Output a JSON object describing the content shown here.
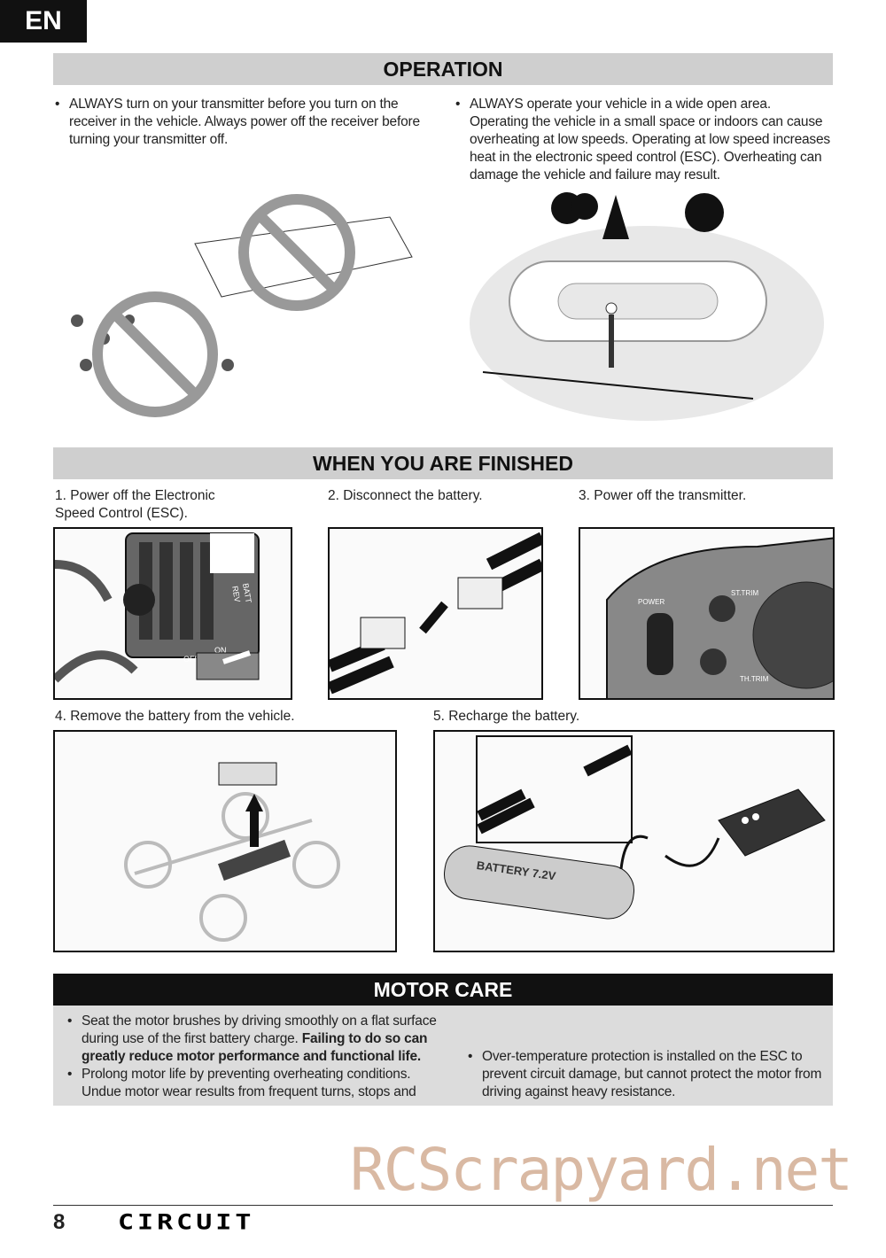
{
  "lang_tab": "EN",
  "operation": {
    "title": "OPERATION",
    "left_bullets": [
      "ALWAYS turn on your transmitter before you turn on the receiver in the vehicle. Always power off the receiver before turning your transmitter off."
    ],
    "right_bullets": [
      "ALWAYS operate your vehicle in a wide open area. Operating the vehicle in a small space or indoors can cause overheating at low speeds. Operating at low speed increases heat in the electronic speed control (ESC). Overheating can damage the vehicle and failure may result."
    ]
  },
  "finished": {
    "title": "WHEN YOU ARE FINISHED",
    "steps": [
      "1. Power off the Electronic Speed Control (ESC).",
      "2. Disconnect the battery.",
      "3. Power off the transmitter.",
      "4. Remove the battery from the vehicle.",
      "5. Recharge the battery."
    ],
    "esc_labels": {
      "rev": "REV",
      "batt": "BATT",
      "off": "OFF",
      "on": "ON"
    },
    "tx_labels": {
      "power": "POWER",
      "st_trim": "ST.TRIM",
      "th_trim": "TH.TRIM"
    },
    "battery_label": "BATTERY 7.2V"
  },
  "motor_care": {
    "title": "MOTOR CARE",
    "b1_a": "Seat the motor brushes by driving smoothly on a flat surface during use of the first battery charge. ",
    "b1_b": "Failing to do so can greatly reduce motor performance and functional life.",
    "b2": "Prolong motor life by preventing overheating conditions. Undue motor wear results from frequent turns, stops and starts, pushing objects, driving in water and tall grass, and driving continuously up hill.",
    "b3": "Over-temperature protection is installed on the ESC to prevent circuit damage, but cannot protect the motor from driving against heavy resistance."
  },
  "watermark": "RCScrapyard.net",
  "footer": {
    "page": "8",
    "logo": "CIRCUIT"
  }
}
